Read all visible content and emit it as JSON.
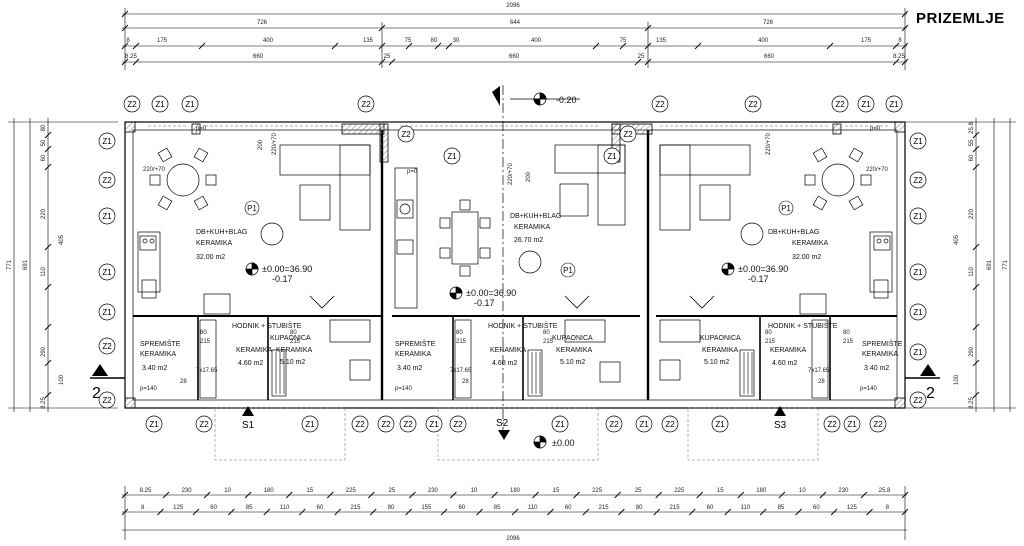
{
  "sheet": {
    "title": "PRIZEMLJE",
    "total_width_top": "2096",
    "total_width_bottom": "2096",
    "dims_row1": [
      "726",
      "644",
      "726"
    ],
    "dims_row2": [
      "8",
      "175",
      "400",
      "135",
      "75",
      "80",
      "30",
      "400",
      "75",
      "135",
      "400",
      "175",
      "8"
    ],
    "dims_row3": [
      "8.25",
      "660",
      "25",
      "660",
      "25",
      "660",
      "8.25"
    ],
    "dims_bottom1": [
      "8.25",
      "230",
      "10",
      "180",
      "15",
      "225",
      "25",
      "230",
      "10",
      "180",
      "15",
      "225",
      "25",
      "225",
      "15",
      "180",
      "10",
      "230",
      "25.8"
    ],
    "dims_bottom2": [
      "8",
      "125",
      "60",
      "85",
      "110",
      "60",
      "215",
      "80",
      "155",
      "60",
      "85",
      "110",
      "60",
      "215",
      "80",
      "215",
      "60",
      "110",
      "85",
      "60",
      "125",
      "8"
    ],
    "dims_left": [
      "771",
      "691",
      "80",
      "50",
      "60",
      "55",
      "220",
      "405",
      "110",
      "290",
      "100",
      "8.25"
    ],
    "dims_right": [
      "771",
      "691",
      "25.8",
      "55",
      "60",
      "50",
      "220",
      "405",
      "110",
      "290",
      "100",
      "8.25"
    ]
  },
  "levels": {
    "top": "-0.20",
    "main": "±0.00=36.90",
    "sub": "-0.17",
    "bottom": "±0.00"
  },
  "sections": {
    "cut_left": "2",
    "cut_right": "2",
    "s1": "S1",
    "s2": "S2",
    "s3": "S3"
  },
  "rooms": [
    {
      "id": "living_left",
      "name": "DB+KUH+BLAG",
      "finish": "KERAMIKA",
      "area": "32.00 m2",
      "tag": "P1"
    },
    {
      "id": "living_mid",
      "name": "DB+KUH+BLAG",
      "finish": "KERAMIKA",
      "area": "26.70 m2",
      "tag": "P1"
    },
    {
      "id": "living_right",
      "name": "DB+KUH+BLAG",
      "finish": "KERAMIKA",
      "area": "32.00 m2",
      "tag": "P1"
    },
    {
      "id": "storage_left",
      "name": "SPREMIŠTE",
      "finish": "KERAMIKA",
      "area": "3.40 m2"
    },
    {
      "id": "hall_left",
      "name": "HODNIK + STUBIŠTE",
      "finish": "KERAMIKA",
      "area": "4.60 m2"
    },
    {
      "id": "bath_left",
      "name": "KUPAONICA",
      "finish": "KERAMIKA",
      "area": "5.10 m2"
    },
    {
      "id": "storage_mid",
      "name": "SPREMIŠTE",
      "finish": "KERAMIKA",
      "area": "3.40 m2"
    },
    {
      "id": "hall_mid",
      "name": "HODNIK + STUBIŠTE",
      "finish": "KERAMIKA",
      "area": "4.60 m2"
    },
    {
      "id": "bath_mid",
      "name": "KUPAONICA",
      "finish": "KERAMIKA",
      "area": "5.10 m2"
    },
    {
      "id": "bath_right",
      "name": "KUPAONICA",
      "finish": "KERAMIKA",
      "area": "5.10 m2"
    },
    {
      "id": "hall_right",
      "name": "HODNIK + STUBIŠTE",
      "finish": "KERAMIKA",
      "area": "4.60 m2"
    },
    {
      "id": "storage_right",
      "name": "SPREMIŠTE",
      "finish": "KERAMIKA",
      "area": "3.40 m2"
    }
  ],
  "annotations": {
    "stair": "7x17.65",
    "stair_width": "28",
    "opening_220_70": "220/+70",
    "opening_200": "200",
    "p_140": "p=140",
    "door_80": "80",
    "door_215": "215",
    "win_p": "p=0"
  },
  "tags": {
    "z1": "Z1",
    "z2": "Z2"
  }
}
